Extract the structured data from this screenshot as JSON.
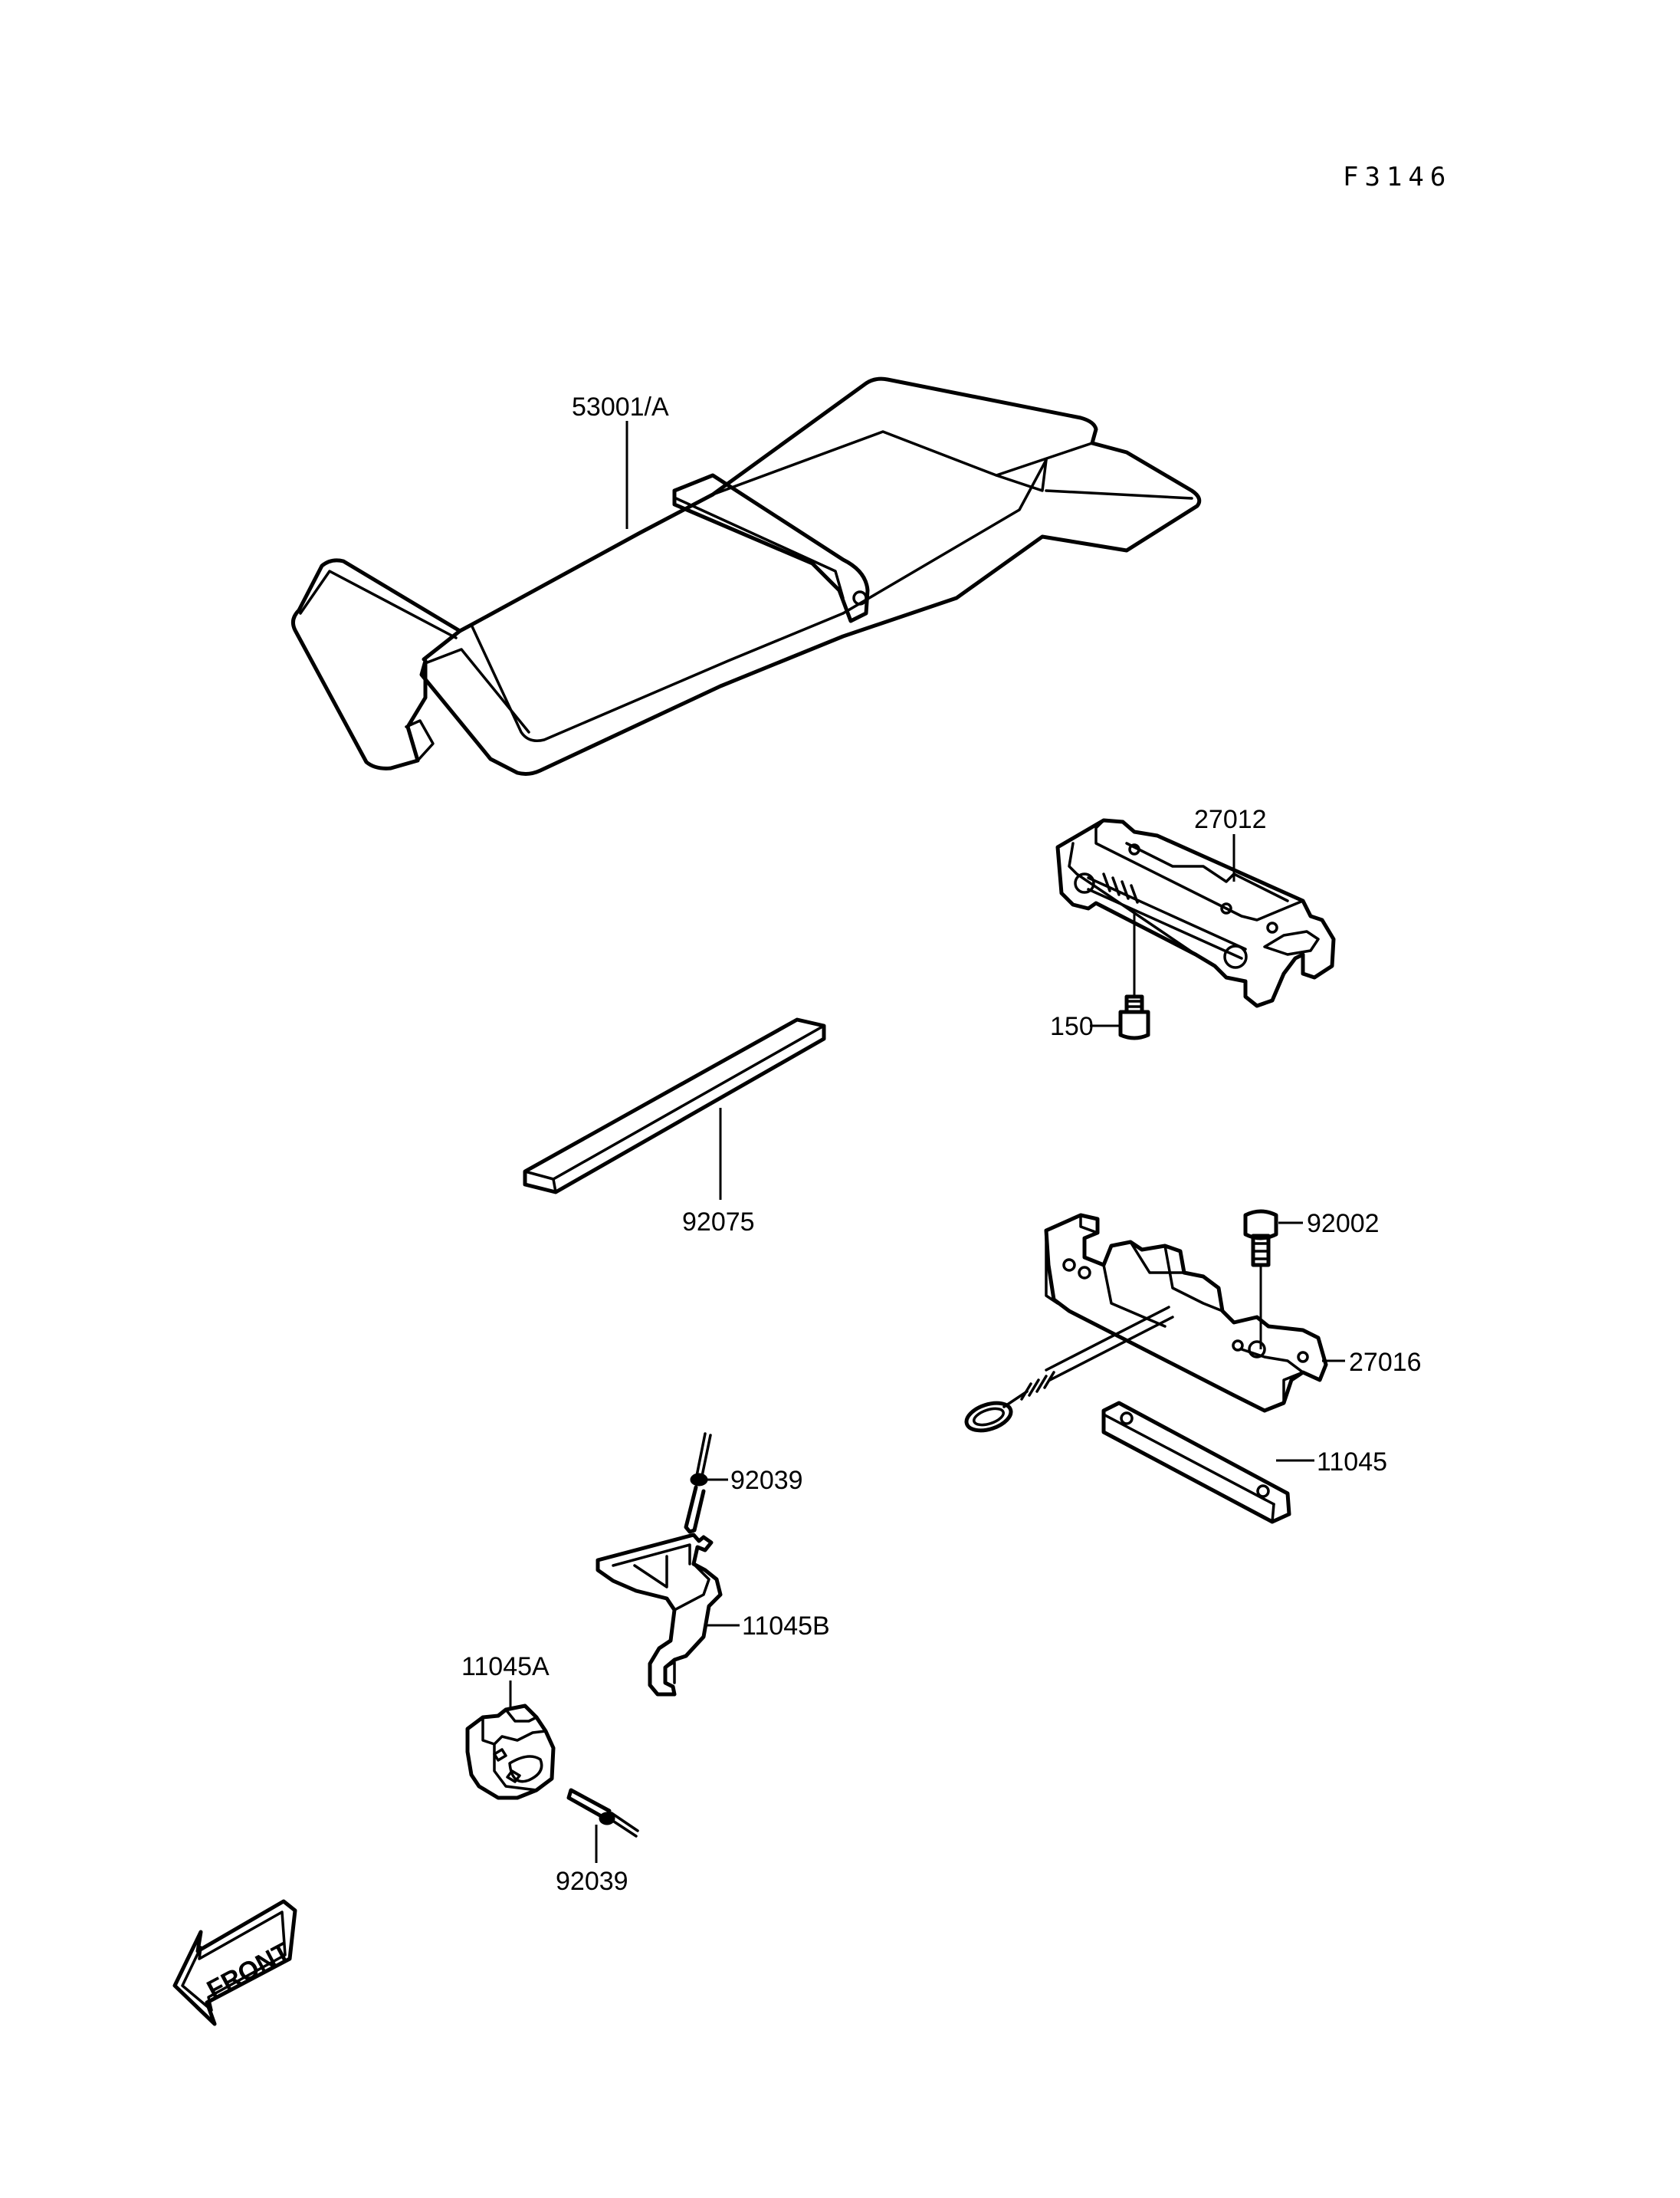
{
  "figure_code": "F3146",
  "front_label": "FRONT",
  "callouts": {
    "seat": "53001/A",
    "seat_lock_bracket": "27012",
    "bolt_upper": "150",
    "pad": "92075",
    "bolt_lock": "92002",
    "lock_assembly": "27016",
    "plate": "11045",
    "pin_upper": "92039",
    "bracket_b": "11045B",
    "holder_a": "11045A",
    "pin_lower": "92039"
  }
}
